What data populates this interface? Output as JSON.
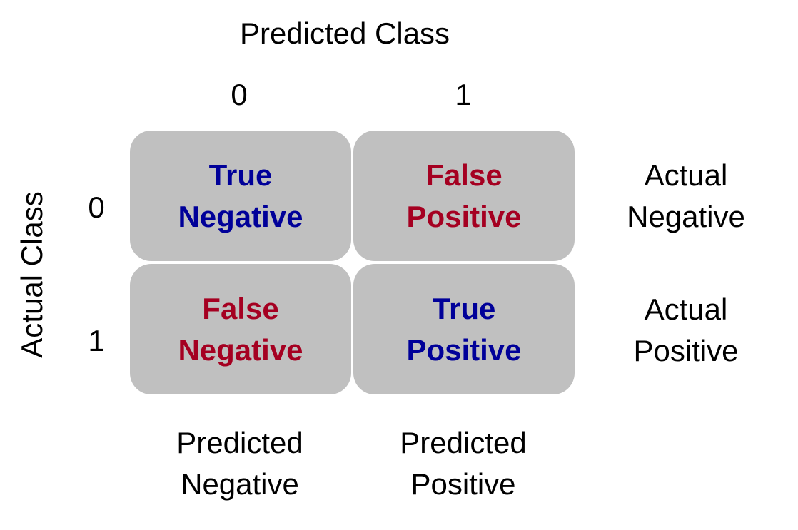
{
  "title": "Confusion Matrix",
  "colors": {
    "cell_background": "#c0c0c0",
    "true_text": "#000099",
    "false_text": "#a50021",
    "axis_text": "#000000"
  },
  "x_axis": {
    "title": "Predicted Class",
    "ticks": [
      "0",
      "1"
    ],
    "bottom_labels": [
      {
        "line1": "Predicted",
        "line2": "Negative"
      },
      {
        "line1": "Predicted",
        "line2": "Positive"
      }
    ]
  },
  "y_axis": {
    "title": "Actual Class",
    "ticks": [
      "0",
      "1"
    ],
    "side_labels": [
      {
        "line1": "Actual",
        "line2": "Negative"
      },
      {
        "line1": "Actual",
        "line2": "Positive"
      }
    ]
  },
  "cells": [
    {
      "row": 0,
      "col": 0,
      "line1": "True",
      "line2": "Negative",
      "kind": "true"
    },
    {
      "row": 0,
      "col": 1,
      "line1": "False",
      "line2": "Positive",
      "kind": "false"
    },
    {
      "row": 1,
      "col": 0,
      "line1": "False",
      "line2": "Negative",
      "kind": "false"
    },
    {
      "row": 1,
      "col": 1,
      "line1": "True",
      "line2": "Positive",
      "kind": "true"
    }
  ]
}
